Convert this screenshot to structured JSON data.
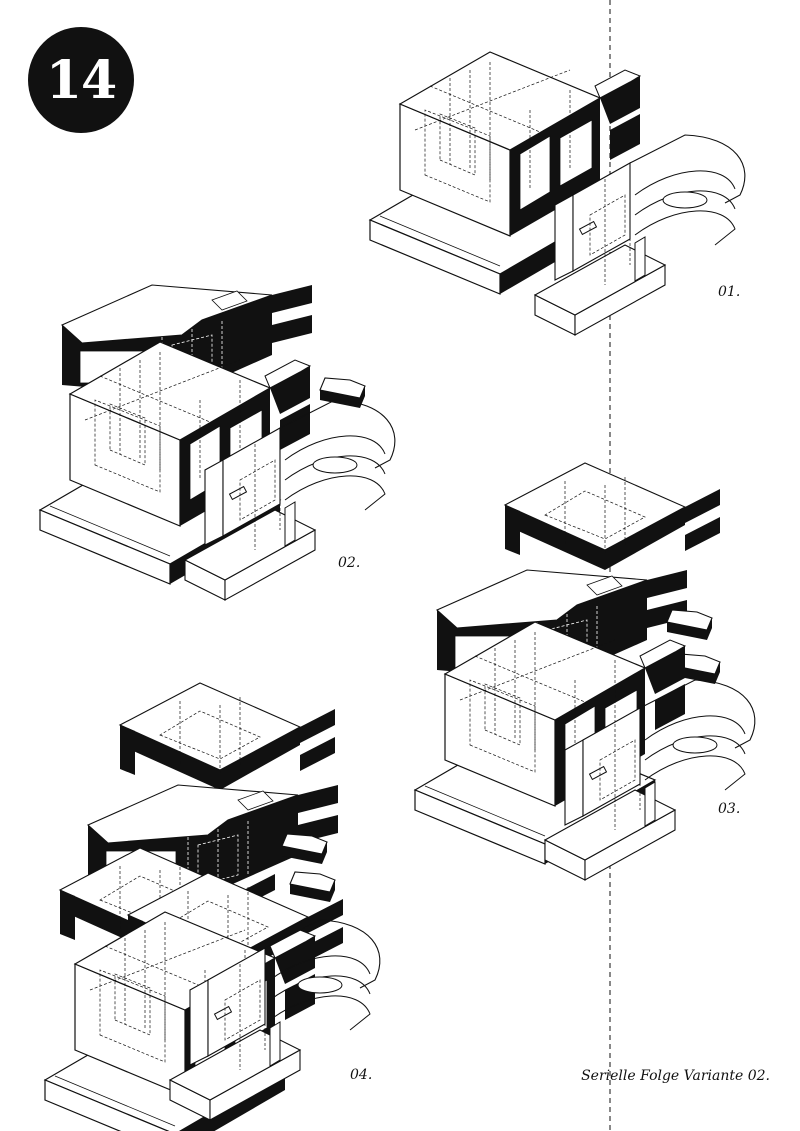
{
  "page_number": "14",
  "variants": [
    {
      "label": "01."
    },
    {
      "label": "02."
    },
    {
      "label": "03."
    },
    {
      "label": "04."
    }
  ],
  "caption": "Serielle Folge Variante 02."
}
